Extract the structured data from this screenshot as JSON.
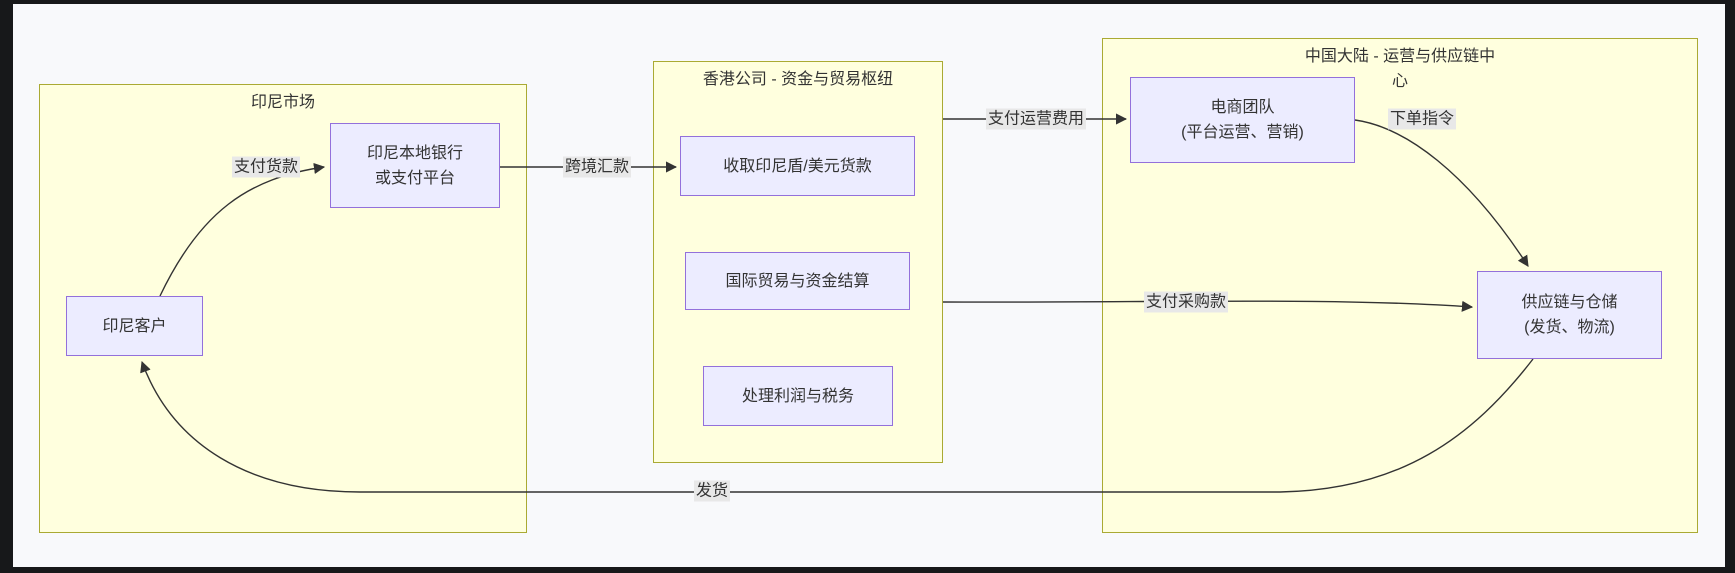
{
  "diagram": {
    "type": "flowchart",
    "groups": [
      {
        "id": "indonesia-market",
        "title": "印尼市场"
      },
      {
        "id": "hongkong-hub",
        "title": "香港公司 - 资金与贸易枢纽"
      },
      {
        "id": "mainland-center",
        "title": "中国大陆 - 运营与供应链中心"
      }
    ],
    "nodes": [
      {
        "id": "indonesia-customer",
        "lines": [
          "印尼客户"
        ]
      },
      {
        "id": "local-bank",
        "lines": [
          "印尼本地银行",
          "或支付平台"
        ]
      },
      {
        "id": "receive-payment",
        "lines": [
          "收取印尼盾/美元货款"
        ]
      },
      {
        "id": "trade-settlement",
        "lines": [
          "国际贸易与资金结算"
        ]
      },
      {
        "id": "profit-tax",
        "lines": [
          "处理利润与税务"
        ]
      },
      {
        "id": "ecommerce-team",
        "lines": [
          "电商团队",
          "(平台运营、营销)"
        ]
      },
      {
        "id": "supply-chain",
        "lines": [
          "供应链与仓储",
          "(发货、物流)"
        ]
      }
    ],
    "edge_labels": [
      {
        "id": "pay-for-goods",
        "text": "支付货款"
      },
      {
        "id": "cross-border-remit",
        "text": "跨境汇款"
      },
      {
        "id": "pay-operating-fee",
        "text": "支付运营费用"
      },
      {
        "id": "order-instruction",
        "text": "下单指令"
      },
      {
        "id": "pay-procurement",
        "text": "支付采购款"
      },
      {
        "id": "ship-goods",
        "text": "发货"
      }
    ],
    "colors": {
      "frame": "#17181a",
      "canvas": "#f8f9fb",
      "group_fill": "#ffffde",
      "group_border": "#aaaa33",
      "node_fill": "#ececff",
      "node_border": "#9370db",
      "edge_line": "#333333",
      "edge_label_bg": "#e8e8e8",
      "text": "#333333"
    }
  }
}
